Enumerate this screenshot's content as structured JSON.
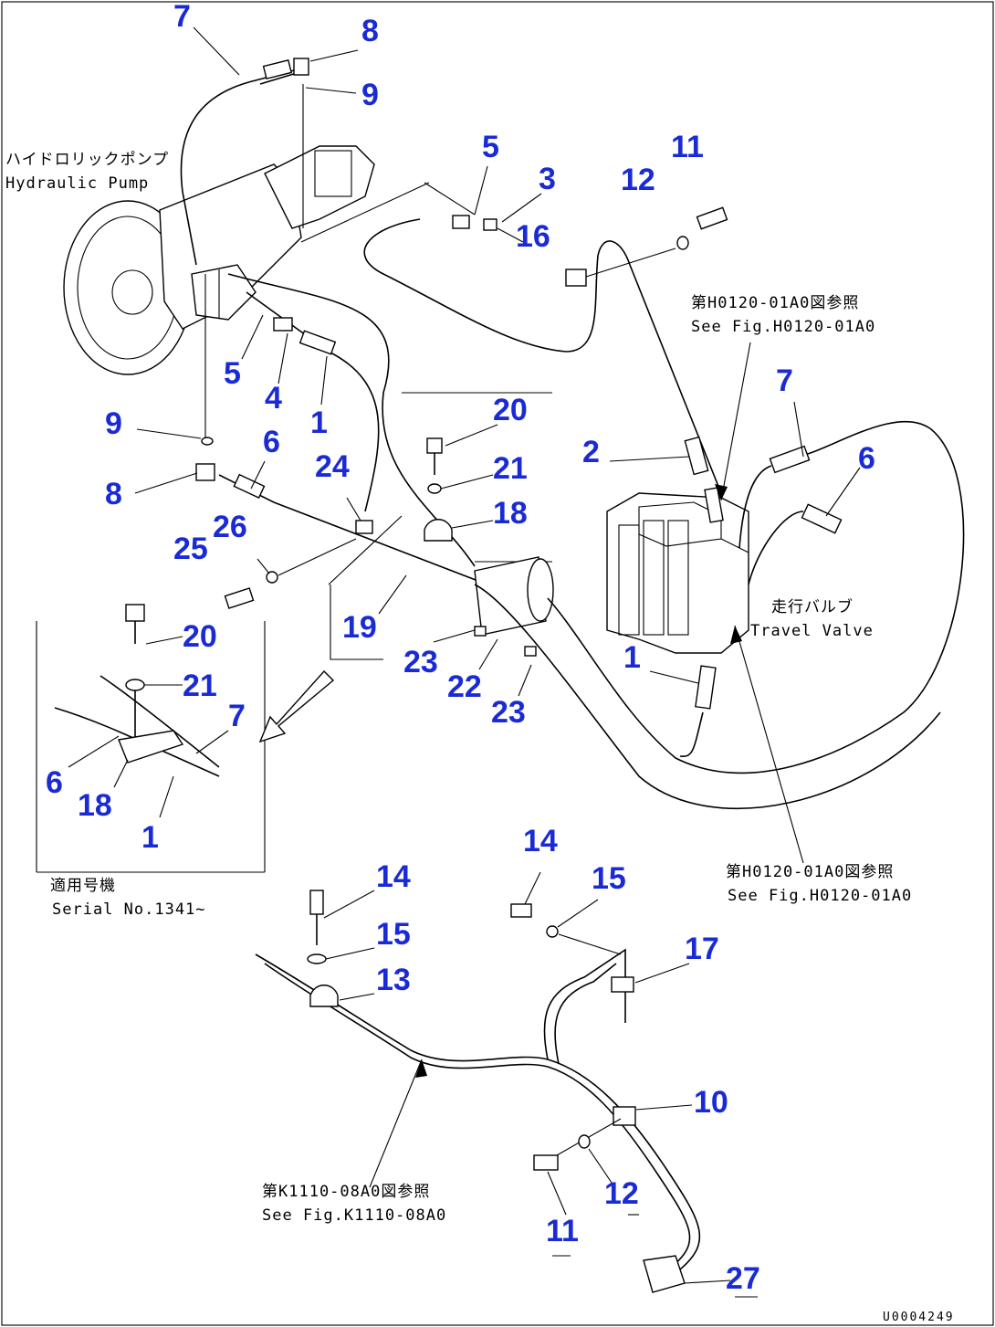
{
  "labels": {
    "pump_jp": "ハイドロリックポンプ",
    "pump_en": "Hydraulic Pump",
    "travel_jp": "走行バルブ",
    "travel_en": "Travel Valve",
    "ref1_jp": "第H0120-01A0図参照",
    "ref1_en": "See Fig.H0120-01A0",
    "ref2_jp": "第H0120-01A0図参照",
    "ref2_en": "See Fig.H0120-01A0",
    "ref3_jp": "第K1110-08A0図参照",
    "ref3_en": "See Fig.K1110-08A0",
    "serial_jp": "適用号機",
    "serial_en": "Serial No.1341~",
    "doc_code": "U0004249"
  },
  "callouts": [
    "7",
    "8",
    "9",
    "5",
    "3",
    "11",
    "12",
    "16",
    "5",
    "4",
    "1",
    "9",
    "8",
    "6",
    "20",
    "21",
    "18",
    "2",
    "7",
    "6",
    "24",
    "26",
    "25",
    "19",
    "23",
    "22",
    "23",
    "1",
    "20",
    "21",
    "7",
    "6",
    "18",
    "1",
    "14",
    "15",
    "14",
    "15",
    "17",
    "13",
    "10",
    "12",
    "11",
    "27"
  ]
}
